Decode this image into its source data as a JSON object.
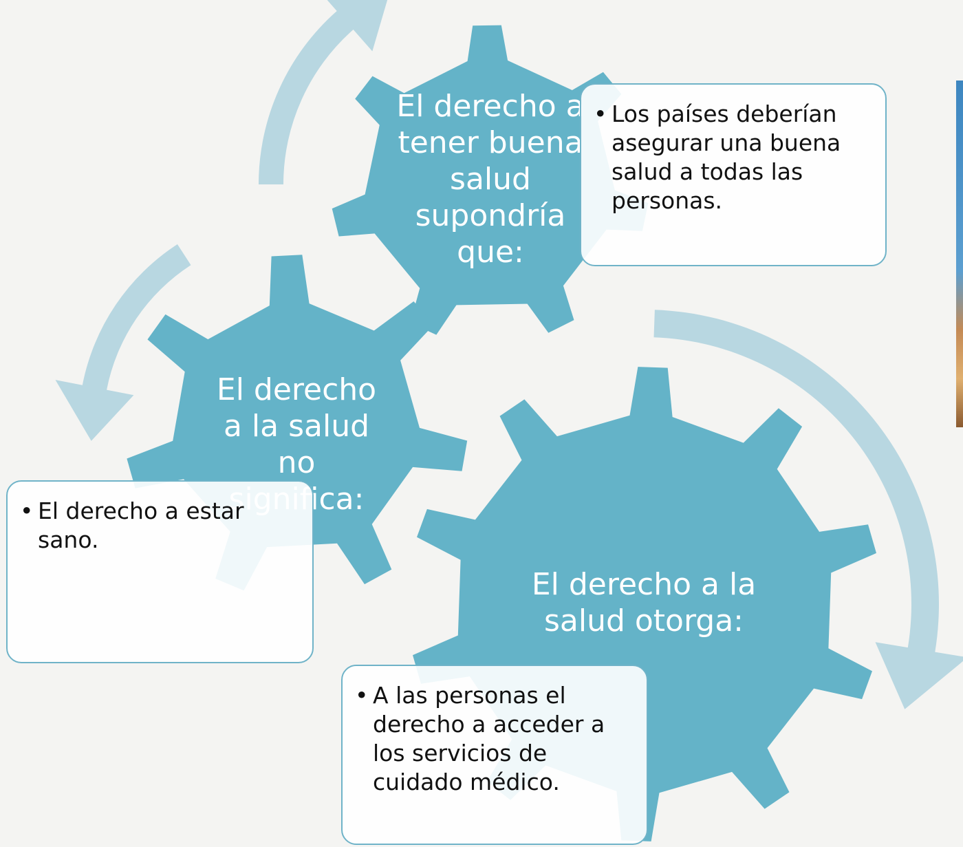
{
  "colors": {
    "background": "#f4f4f2",
    "gear": "#64b3c8",
    "arrow": "#b8d7e1",
    "box_border": "#6fb3c8",
    "box_fill": "#ffffff",
    "gear_text": "#ffffff",
    "box_text": "#111111"
  },
  "gears": {
    "top": {
      "label": "El derecho a\ntener buena\nsalud\nsupondría\nque:"
    },
    "left": {
      "label": "El derecho\na la salud\nno significa:"
    },
    "right": {
      "label": "El derecho a la\nsalud otorga:"
    }
  },
  "notes": {
    "top": {
      "text": "Los países deberían asegurar una buena salud a todas las personas."
    },
    "left": {
      "text": "El derecho a estar sano."
    },
    "bottom": {
      "text": "A las personas el derecho a acceder a los servicios de cuidado médico."
    }
  },
  "arrows": [
    {
      "name": "arrow-top-left",
      "direction": "clockwise"
    },
    {
      "name": "arrow-left",
      "direction": "counterclockwise"
    },
    {
      "name": "arrow-right",
      "direction": "clockwise"
    }
  ],
  "side_image": {
    "description_icon": "photo-strip"
  }
}
